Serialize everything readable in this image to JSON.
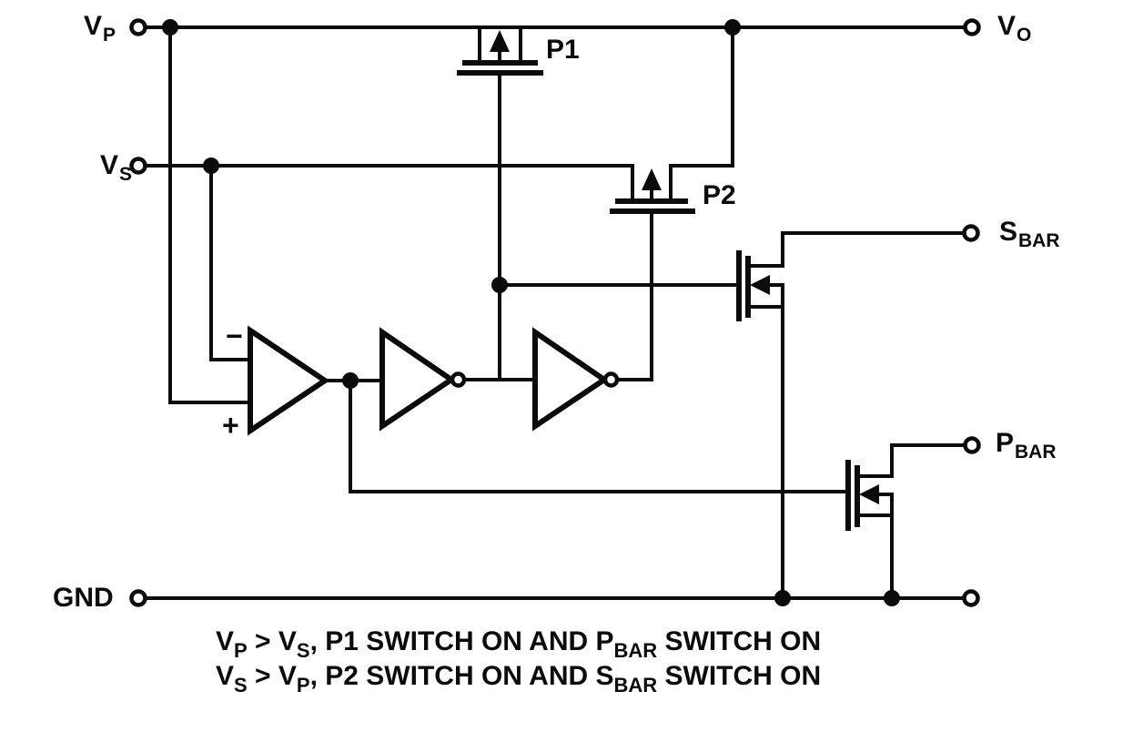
{
  "diagram": {
    "title_hint": "analog power multiplexer switch schematic",
    "colors": {
      "line": "#0b0b0b",
      "background": "#ffffff"
    },
    "ports": {
      "vp": {
        "main": "V",
        "sub": "P"
      },
      "vs": {
        "main": "V",
        "sub": "S"
      },
      "vo": {
        "main": "V",
        "sub": "O"
      },
      "sbar": {
        "main": "S",
        "sub": "BAR"
      },
      "pbar": {
        "main": "P",
        "sub": "BAR"
      },
      "gnd": {
        "main": "GND"
      }
    },
    "transistors": {
      "p1": "P1",
      "p2": "P2"
    },
    "comparator": {
      "minus": "−",
      "plus": "+"
    },
    "captions": {
      "line1": [
        "V",
        "P",
        " > V",
        "S",
        ", P1 SWITCH ON AND P",
        "BAR",
        " SWITCH ON"
      ],
      "line2": [
        "V",
        "S",
        " > V",
        "P",
        ", P2 SWITCH ON AND S",
        "BAR",
        " SWITCH ON"
      ]
    }
  }
}
